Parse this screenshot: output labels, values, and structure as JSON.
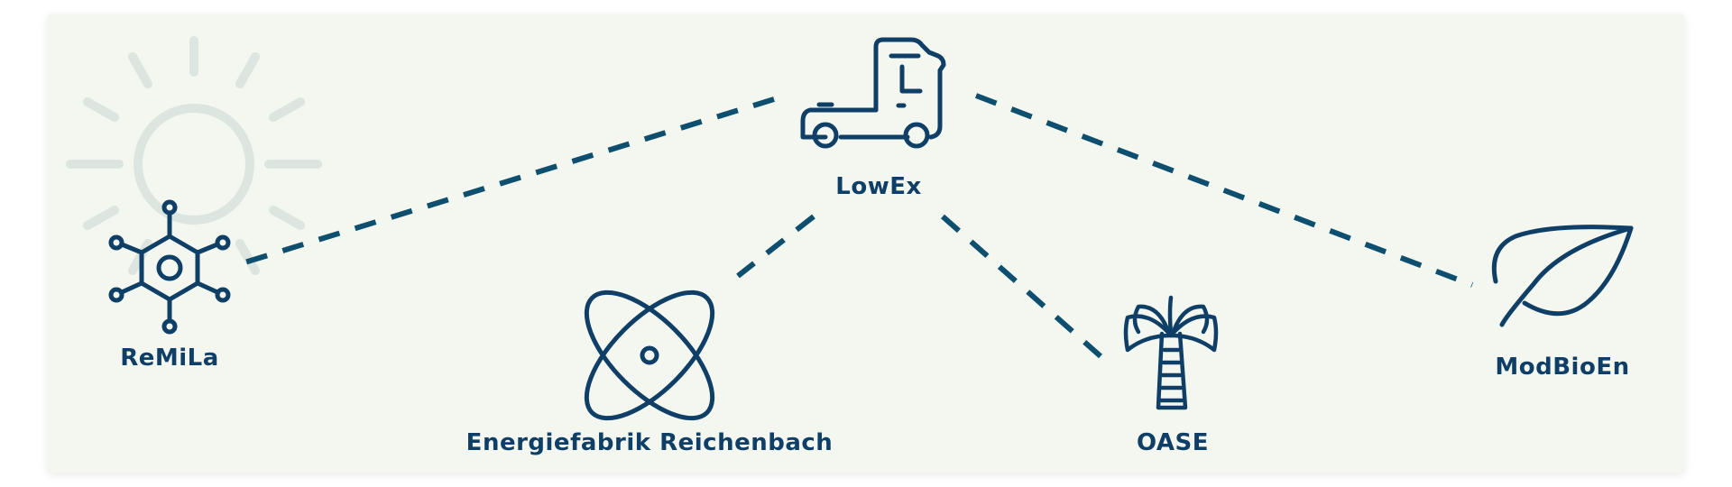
{
  "colors": {
    "card_bg": "#f3f7ef",
    "icon_stroke": "#0f3f66",
    "connector": "#0e4e6e",
    "sun_watermark": "#dde5e0"
  },
  "nodes": [
    {
      "id": "lowex",
      "label": "LowEx",
      "icon": "truck-icon"
    },
    {
      "id": "remila",
      "label": "ReMiLa",
      "icon": "hexagon-molecule-icon"
    },
    {
      "id": "energiefabrik",
      "label": "Energiefabrik Reichenbach",
      "icon": "atom-orbit-icon"
    },
    {
      "id": "oase",
      "label": "OASE",
      "icon": "palm-tree-icon"
    },
    {
      "id": "modbioen",
      "label": "ModBioEn",
      "icon": "leaf-icon"
    }
  ],
  "edges": [
    {
      "from": "lowex",
      "to": "remila",
      "style": "dashed"
    },
    {
      "from": "lowex",
      "to": "energiefabrik",
      "style": "dashed"
    },
    {
      "from": "lowex",
      "to": "oase",
      "style": "dashed"
    },
    {
      "from": "lowex",
      "to": "modbioen",
      "style": "dashed"
    }
  ],
  "background_icon": "sun-icon"
}
